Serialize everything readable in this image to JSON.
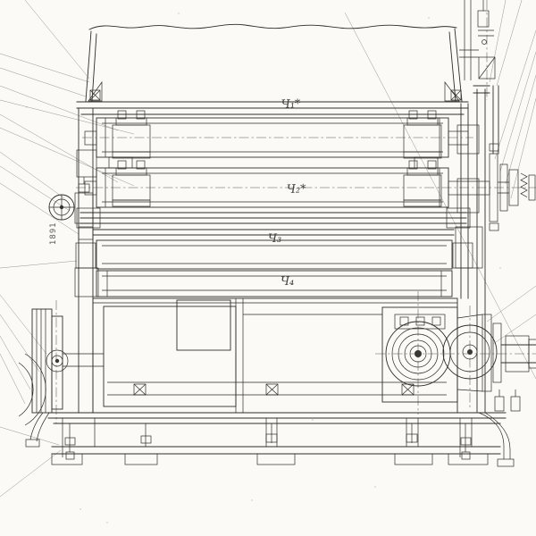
{
  "colors": {
    "paper": "#fbfaf6",
    "ink": "#2e2d2b",
    "faint_lines": "#97948c"
  },
  "drawing": {
    "labels": {
      "roller_top": "Ч₁*",
      "roller_mid": "Ч₂*",
      "beam": "Ч₃",
      "drum": "Ч₄",
      "mark_vertical": "1891"
    }
  }
}
